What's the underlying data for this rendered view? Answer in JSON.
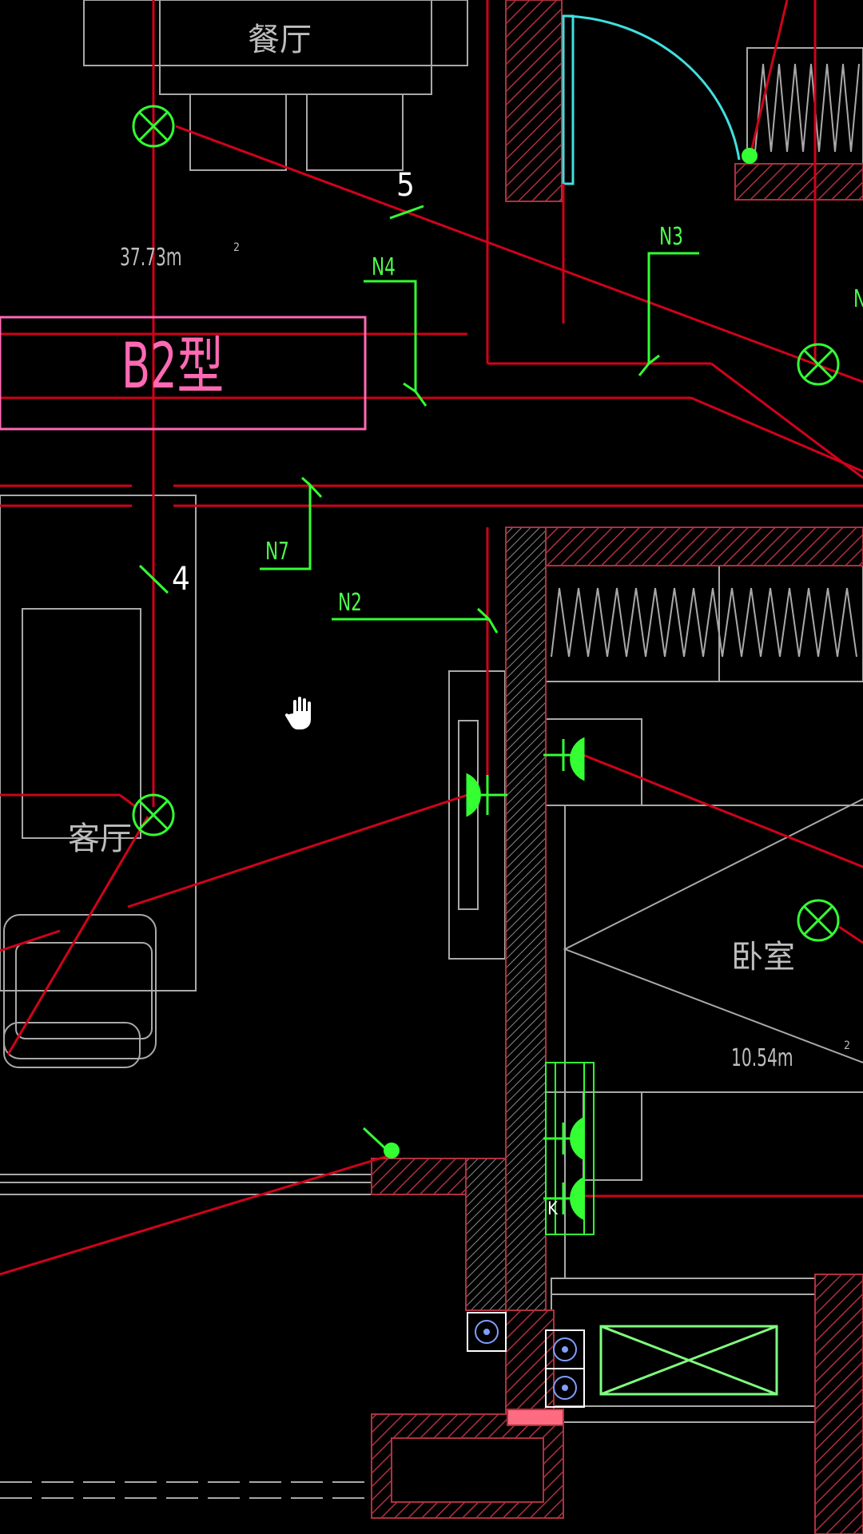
{
  "drawing": {
    "room_labels": {
      "dining": "餐厅",
      "living": "客厅",
      "bedroom": "卧室"
    },
    "area_labels": {
      "living_area": "37.73m",
      "bedroom_area": "10.54m",
      "superscript": "2"
    },
    "circuit_labels": {
      "n4": "N4",
      "n3": "N3",
      "n7": "N7",
      "n2": "N2",
      "n_partial": "N"
    },
    "numbers": {
      "five": "5",
      "four": "4"
    },
    "unit_type": "B2型",
    "switch_mark": "K",
    "icons": [
      "ceiling-light-icon",
      "socket-icon",
      "door-swing-icon",
      "exhaust-fan-icon",
      "pipe-riser-icon",
      "hand-cursor-icon"
    ],
    "colors": {
      "background": "#000000",
      "wiring": "#d0021b",
      "circuits": "#33ff33",
      "furniture": "#a9a9a9",
      "type_box": "#ff69b4",
      "door": "#40e0e0",
      "hatch": "#b03040",
      "riser": "#7f9fff"
    }
  }
}
